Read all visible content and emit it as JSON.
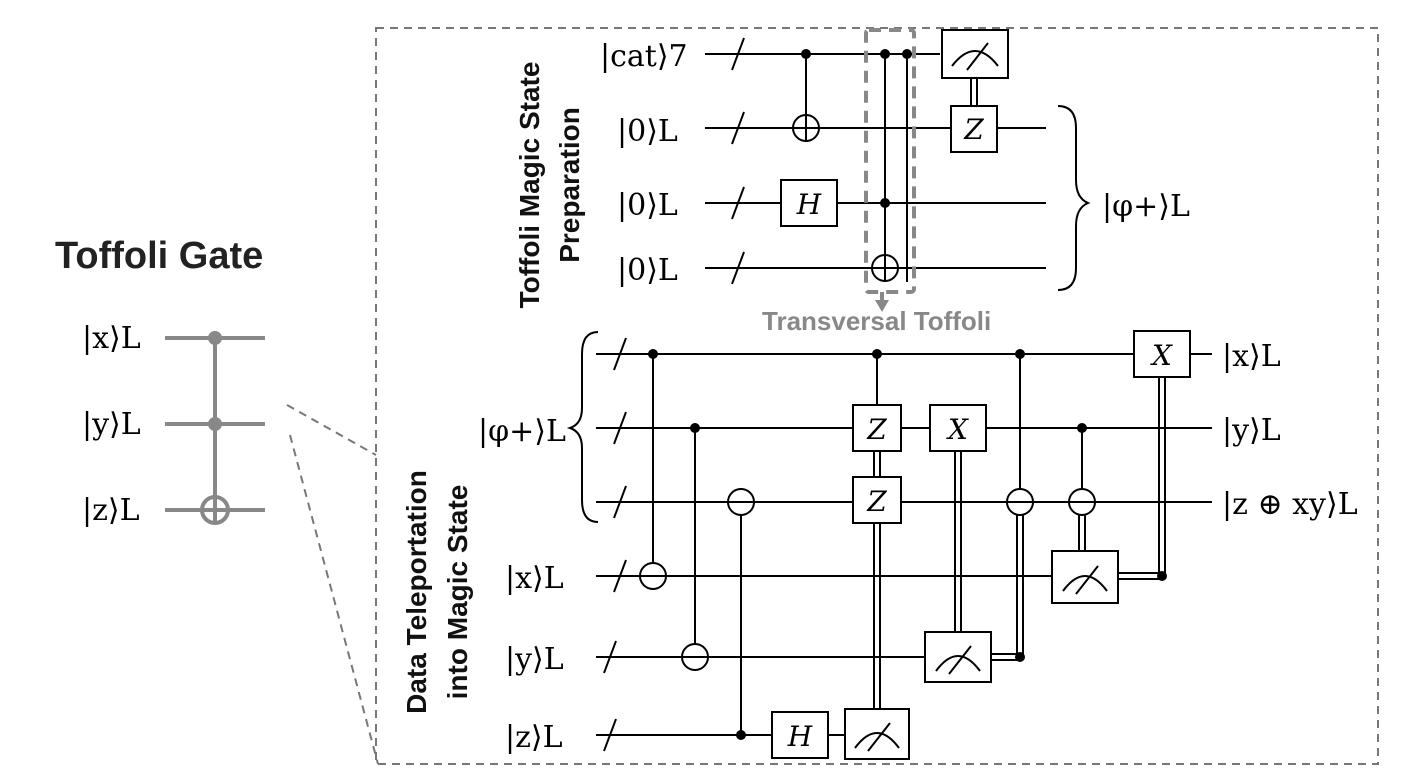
{
  "toffoli": {
    "title": "Toffoli Gate",
    "inputs": [
      "|x⟩L",
      "|y⟩L",
      "|z⟩L"
    ]
  },
  "prep": {
    "title_line1": "Toffoli Magic State",
    "title_line2": "Preparation",
    "inputs": [
      "|cat⟩7",
      "|0⟩L",
      "|0⟩L",
      "|0⟩L"
    ],
    "output": "|φ+⟩L",
    "gates": {
      "h": "H",
      "z": "Z"
    }
  },
  "transversal_label": "Transversal Toffoli",
  "teleport": {
    "title_line1": "Data Teleportation",
    "title_line2": "into Magic State",
    "magic_input": "|φ+⟩L",
    "inputs": [
      "|x⟩L",
      "|y⟩L",
      "|z⟩L"
    ],
    "outputs": [
      "|x⟩L",
      "|y⟩L",
      "|z ⊕ xy⟩L"
    ],
    "gates": {
      "z": "Z",
      "x": "X",
      "h": "H"
    }
  }
}
